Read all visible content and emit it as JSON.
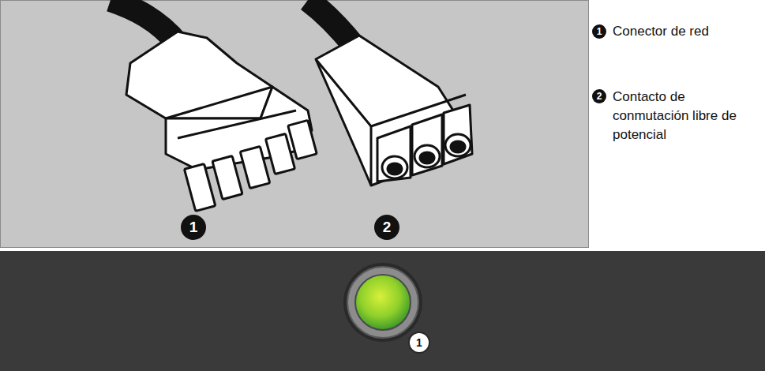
{
  "diagram": {
    "labels": [
      "1",
      "2",
      "1",
      "Conector de red",
      "2",
      "Contacto de conmutación libre de potencial",
      "1"
    ]
  }
}
